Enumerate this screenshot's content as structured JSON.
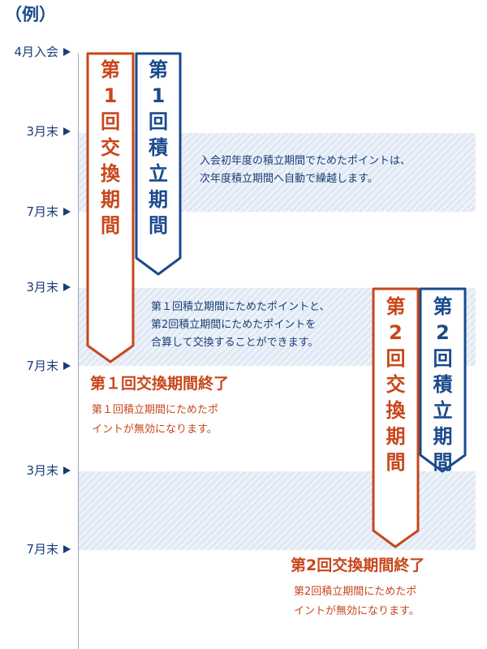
{
  "title": "（例）",
  "timeline": [
    "4月入会",
    "3月末",
    "7月末",
    "3月末",
    "7月末",
    "3月末",
    "7月末"
  ],
  "colors": {
    "exchange": "#c8461a",
    "accumulate": "#1a4a8c",
    "band": "#e4ecf6"
  },
  "arrows": {
    "exchange1": [
      "第",
      "1",
      "回",
      "交",
      "換",
      "期",
      "間"
    ],
    "accumulate1": [
      "第",
      "1",
      "回",
      "積",
      "立",
      "期",
      "間"
    ],
    "exchange2": [
      "第",
      "2",
      "回",
      "交",
      "換",
      "期",
      "間"
    ],
    "accumulate2": [
      "第",
      "2",
      "回",
      "積",
      "立",
      "期",
      "間"
    ]
  },
  "notes": {
    "carryover": [
      "入会初年度の積立期間でためたポイントは、",
      "次年度積立期間へ自動で繰越します。"
    ],
    "combine": [
      "第１回積立期間にためたポイントと、",
      "第2回積立期間にためたポイントを",
      "合算して交換することができます。"
    ]
  },
  "end1": {
    "title": "第１回交換期間終了",
    "desc": [
      "第１回積立期間にためたポ",
      "イントが無効になります。"
    ]
  },
  "end2": {
    "title": "第2回交換期間終了",
    "desc": [
      "第2回積立期間にためたポ",
      "イントが無効になります。"
    ]
  }
}
